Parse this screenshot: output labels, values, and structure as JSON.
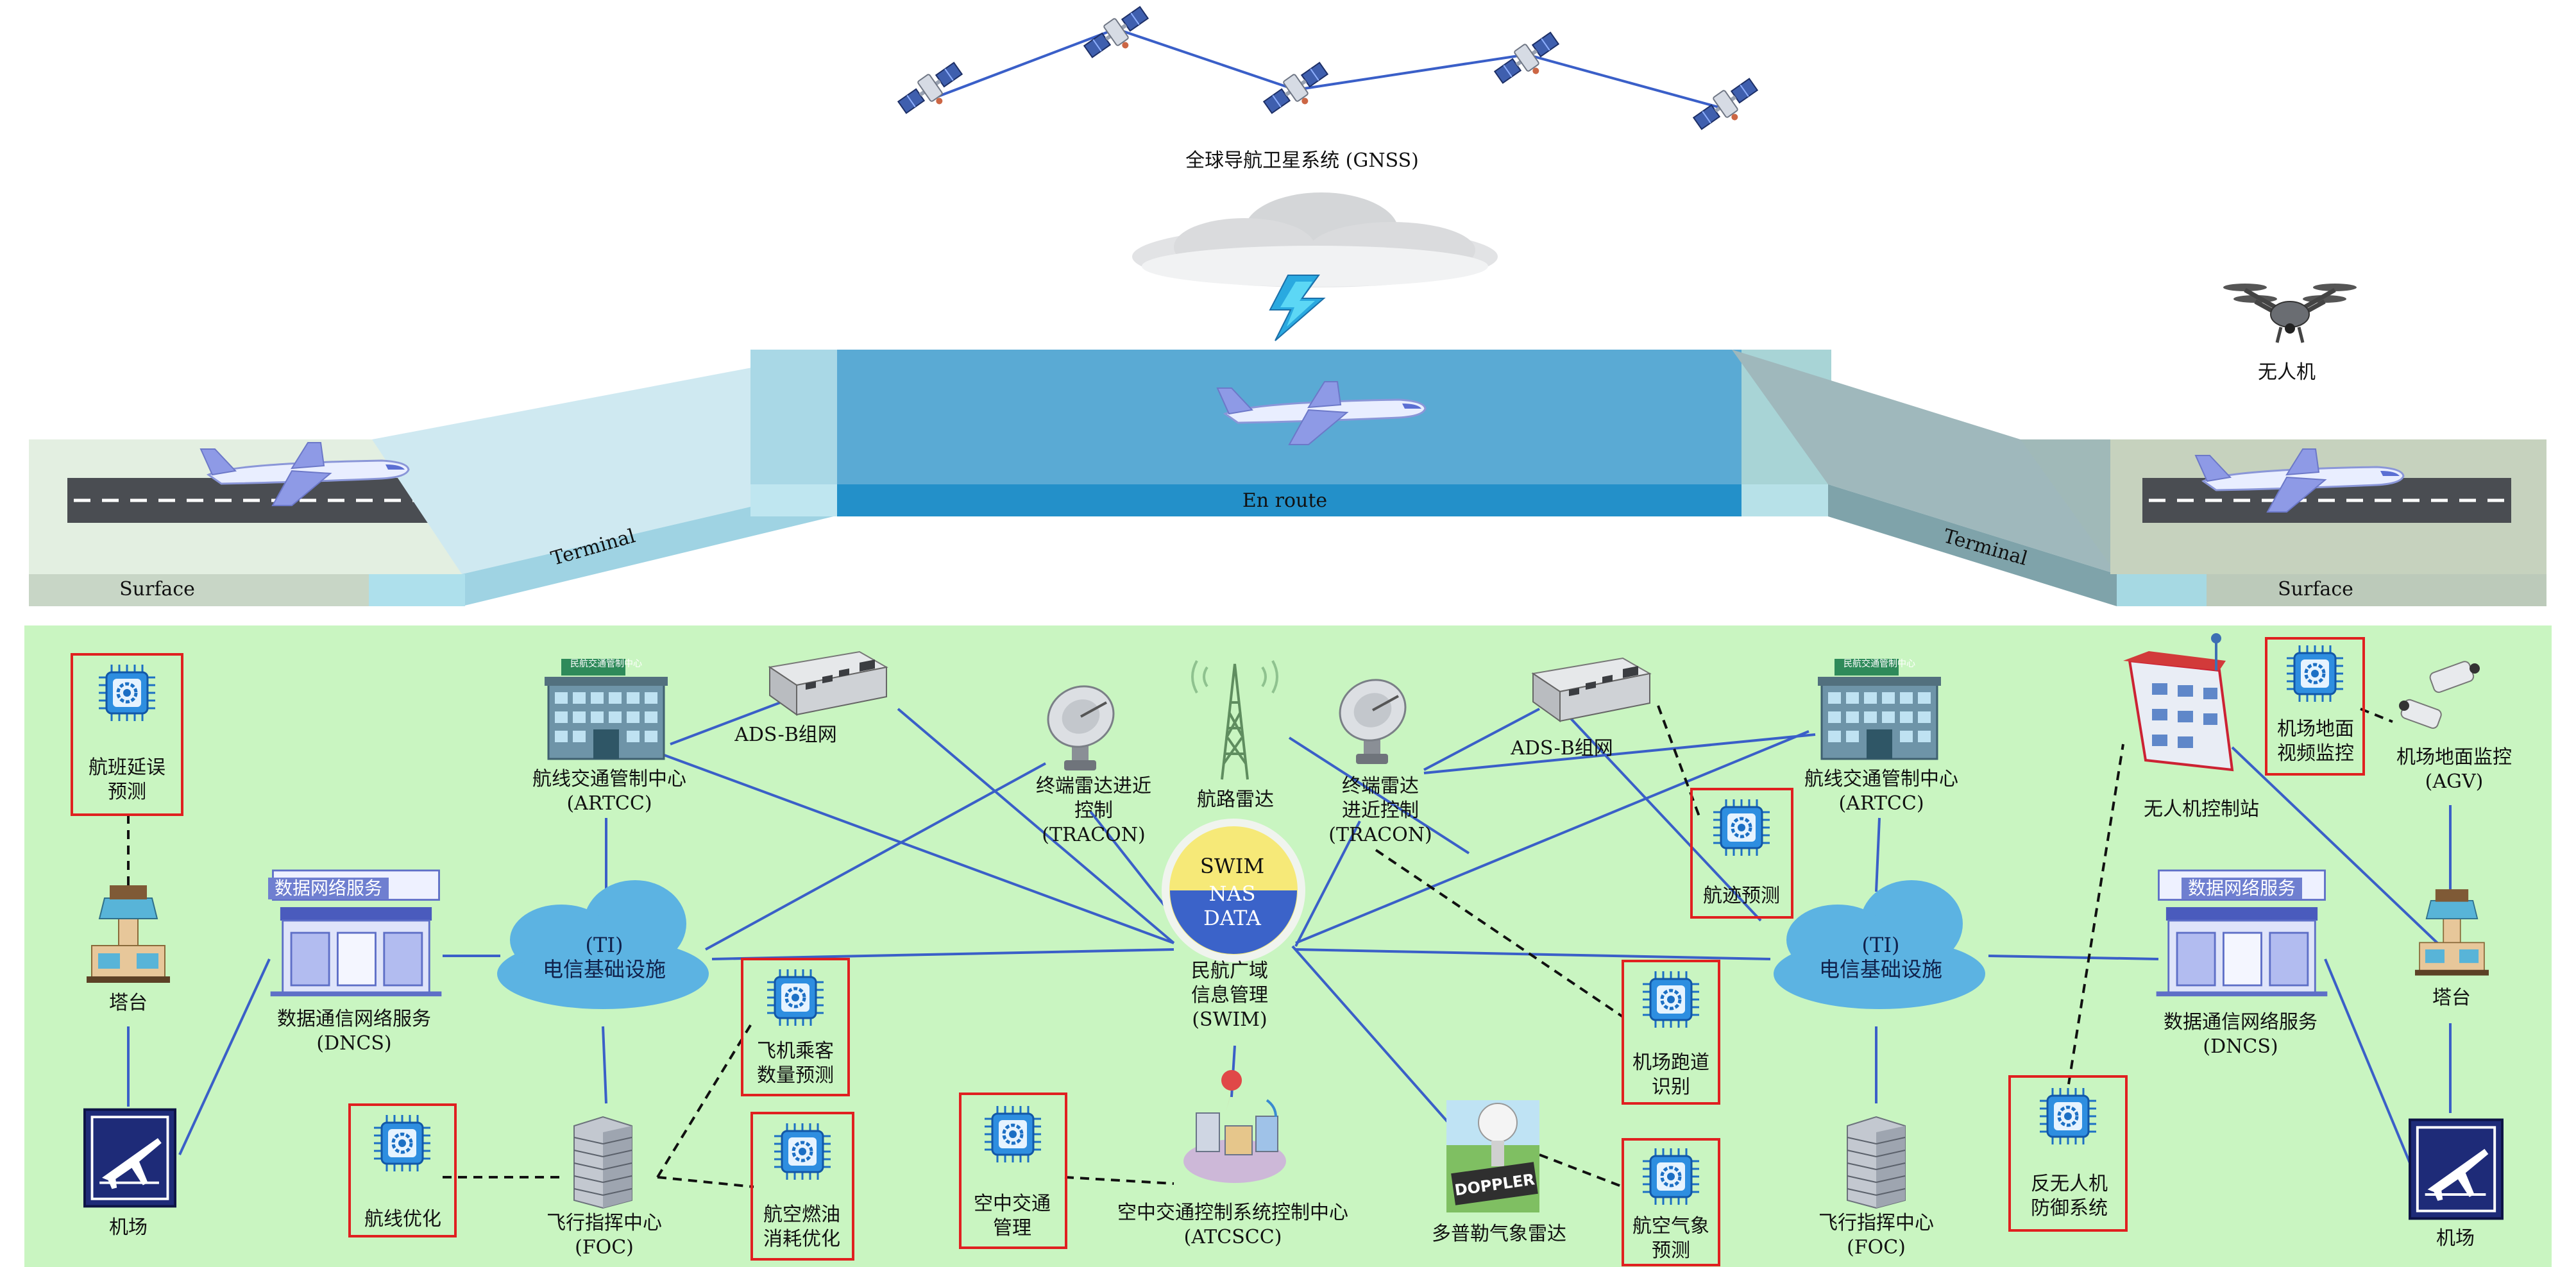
{
  "gnss": {
    "label": "全球导航卫星系统 (GNSS)"
  },
  "airspace": {
    "surface_left": "Surface",
    "terminal_left": "Terminal",
    "en_route": "En route",
    "terminal_right": "Terminal",
    "surface_right": "Surface",
    "drone_label": "无人机"
  },
  "network": {
    "flight_delay_prediction": "航班延误\n预测",
    "tower_left": "塔台",
    "airport_left": "机场",
    "dncs_left": "数据通信网络服务\n(DNCS)",
    "dncs_sign": "数据网络服务",
    "artcc_left": "航线交通管制中心\n(ARTCC)",
    "artcc_sign": "民航交通管制中心",
    "adsb_left": "ADS-B组网",
    "ti_left": "(TI)\n电信基础设施",
    "passenger_prediction": "飞机乘客\n数量预测",
    "route_optimization": "航线优化",
    "foc_left": "飞行指挥中心\n(FOC)",
    "fuel_optimization": "航空燃油\n消耗优化",
    "tracon_left": "终端雷达进近\n控制\n(TRACON)",
    "enroute_radar": "航路雷达",
    "tracon_right": "终端雷达\n进近控制\n(TRACON)",
    "swim_top": "SWIM",
    "swim_mid": "NAS",
    "swim_bot": "DATA",
    "swim_label": "民航广域\n信息管理\n(SWIM)",
    "atm": "空中交通\n管理",
    "atcscc": "空中交通控制系统控制中心\n(ATCSCC)",
    "doppler": "多普勒气象雷达",
    "doppler_sign": "DOPPLER",
    "weather_prediction": "航空气象\n预测",
    "runway_recognition": "机场跑道\n识别",
    "trajectory_prediction": "航迹预测",
    "adsb_right": "ADS-B组网",
    "artcc_right": "航线交通管制中心\n(ARTCC)",
    "ti_right": "(TI)\n电信基础设施",
    "foc_right": "飞行指挥中心\n(FOC)",
    "uav_station": "无人机控制站",
    "airport_video": "机场地面\n视频监控",
    "agv": "机场地面监控\n(AGV)",
    "dncs_right": "数据通信网络服务\n(DNCS)",
    "tower_right": "塔台",
    "anti_uav": "反无人机\n防御系统",
    "airport_right": "机场"
  },
  "colors": {
    "network_bg": "#c9f5c1",
    "link_line": "#3a5fc8",
    "ai_box_border": "#e02020",
    "enroute_blue": "#4fa6d3",
    "cloud_ti": "#5cb3e2",
    "surface_gray": "#c8d3c4"
  }
}
